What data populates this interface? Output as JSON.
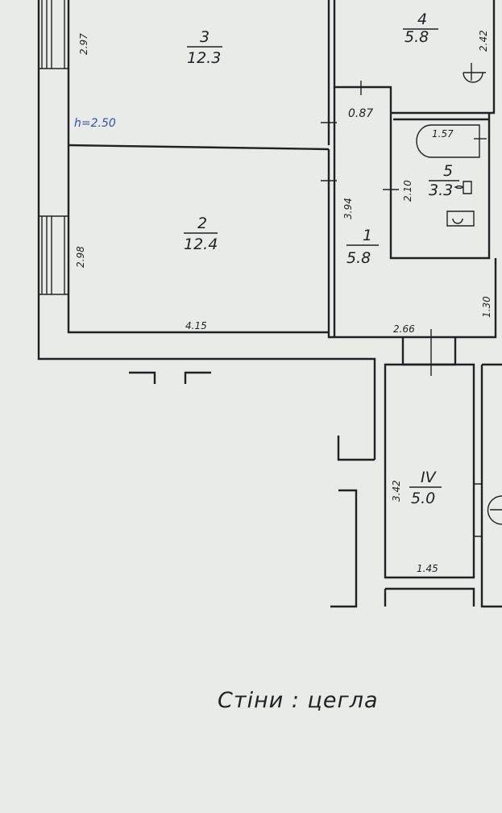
{
  "rooms": {
    "room3": {
      "number": "3",
      "area": "12.3",
      "height": "h=2.50",
      "dim_side": "2.97"
    },
    "room4": {
      "number": "4",
      "area": "5.8",
      "dim_side": "2.42"
    },
    "room2": {
      "number": "2",
      "area": "12.4",
      "dim_side": "2.98",
      "dim_bottom": "4.15",
      "dim_right": "3.94"
    },
    "room5": {
      "number": "5",
      "area": "3.3",
      "dim_top": "1.57",
      "dim_side": "2.10"
    },
    "room1": {
      "number": "1",
      "area": "5.8",
      "dim_door": "0.87",
      "dim_right": "1.30",
      "dim_bottom": "2.66"
    },
    "room4b": {
      "number": "IV",
      "area": "5.0",
      "dim_side": "3.42",
      "dim_bottom": "1.45"
    }
  },
  "legend": "Стіни : цегла"
}
